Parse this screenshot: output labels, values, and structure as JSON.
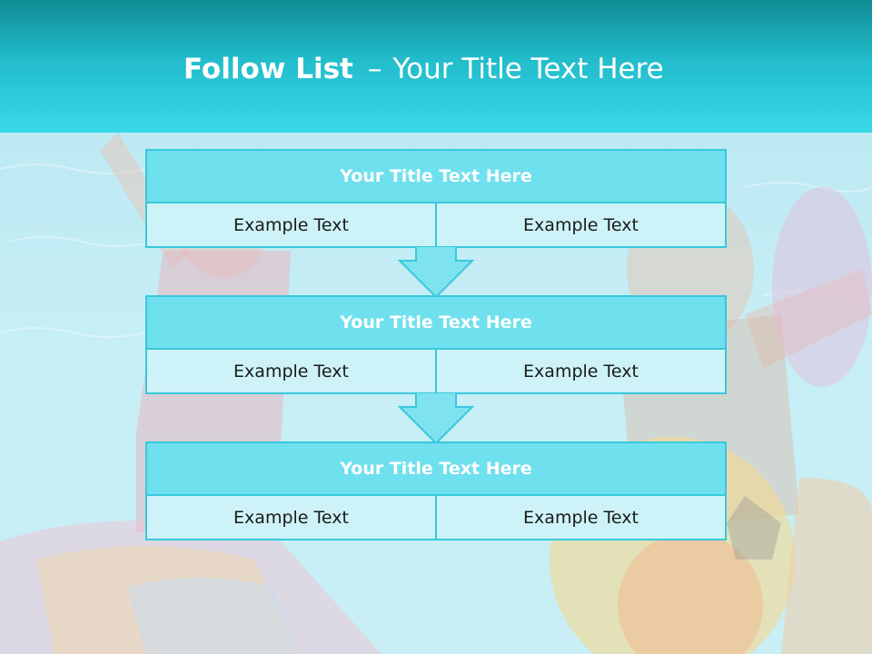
{
  "slide": {
    "title_bold": "Follow List",
    "title_separator": "–",
    "title_rest": "Your Title Text Here"
  },
  "flow": [
    {
      "title": "Your Title Text Here",
      "left": "Example Text",
      "right": "Example Text"
    },
    {
      "title": "Your Title Text Here",
      "left": "Example Text",
      "right": "Example Text"
    },
    {
      "title": "Your Title Text Here",
      "left": "Example Text",
      "right": "Example Text"
    }
  ],
  "colors": {
    "header_top": "#0f8b94",
    "header_bottom": "#3ad9ea",
    "box_title": "#6fe0ee",
    "box_cell": "#cdf3f8",
    "border": "#38c8dc"
  },
  "icons": [
    "down-arrow-icon"
  ]
}
